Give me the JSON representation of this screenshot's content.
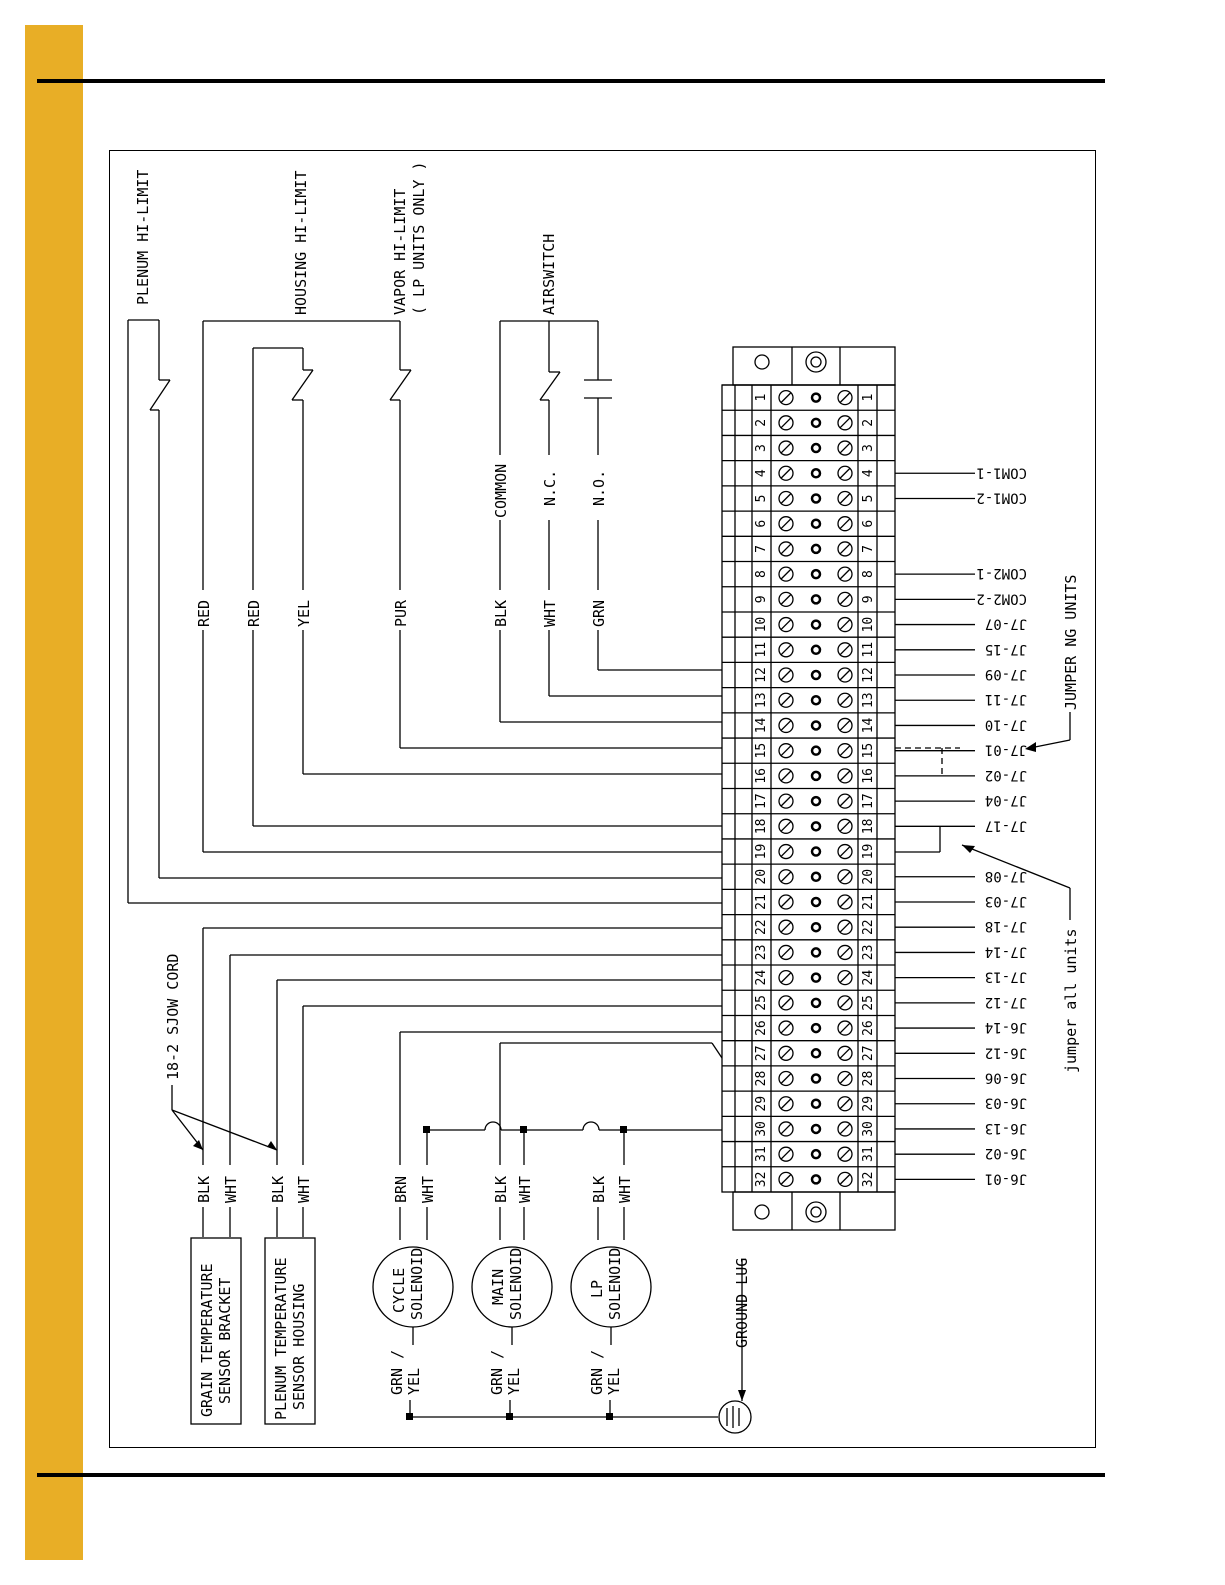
{
  "page": {
    "accent_color": "#E8AE26"
  },
  "switches": {
    "plenum_hi_limit": "PLENUM HI-LIMIT",
    "housing_hi_limit": "HOUSING HI-LIMIT",
    "vapor_hi_limit_line1": "VAPOR HI-LIMIT",
    "vapor_hi_limit_line2": "( LP UNITS ONLY )",
    "airswitch": "AIRSWITCH",
    "common": "COMMON",
    "nc": "N.C.",
    "no": "N.O."
  },
  "wire_colors": {
    "red": "RED",
    "yel": "YEL",
    "pur": "PUR",
    "blk": "BLK",
    "wht": "WHT",
    "grn": "GRN",
    "brn": "BRN",
    "grn_slash": "GRN /",
    "yel_lower": "YEL"
  },
  "cord": {
    "label": "18-2 SJOW CORD"
  },
  "sensors": [
    {
      "line1": "GRAIN TEMPERATURE",
      "line2": "SENSOR BRACKET"
    },
    {
      "line1": "PLENUM TEMPERATURE",
      "line2": "SENSOR HOUSING"
    }
  ],
  "solenoids": [
    {
      "line1": "CYCLE",
      "line2": "SOLENOID"
    },
    {
      "line1": "MAIN",
      "line2": "SOLENOID"
    },
    {
      "line1": "LP",
      "line2": "SOLENOID"
    }
  ],
  "ground": {
    "label": "GROUND LUG"
  },
  "terminal_block": {
    "numbers": [
      "1",
      "2",
      "3",
      "4",
      "5",
      "6",
      "7",
      "8",
      "9",
      "10",
      "11",
      "12",
      "13",
      "14",
      "15",
      "16",
      "17",
      "18",
      "19",
      "20",
      "21",
      "22",
      "23",
      "24",
      "25",
      "26",
      "27",
      "28",
      "29",
      "30",
      "31",
      "32"
    ],
    "right_labels": [
      "",
      "",
      "",
      "COM1-1",
      "COM1-2",
      "",
      "",
      "COM2-1",
      "COM2-2",
      "J7-07",
      "J7-15",
      "J7-09",
      "J7-11",
      "J7-10",
      "J7-01",
      "J7-02",
      "J7-04",
      "J7-17",
      "",
      "J7-08",
      "J7-03",
      "J7-18",
      "J7-14",
      "J7-13",
      "J7-12",
      "J6-14",
      "J6-12",
      "J6-06",
      "J6-03",
      "J6-13",
      "J6-02",
      "J6-01"
    ]
  },
  "notes": {
    "jumper_ng": "JUMPER NG UNITS",
    "jumper_all": "jumper all units"
  }
}
